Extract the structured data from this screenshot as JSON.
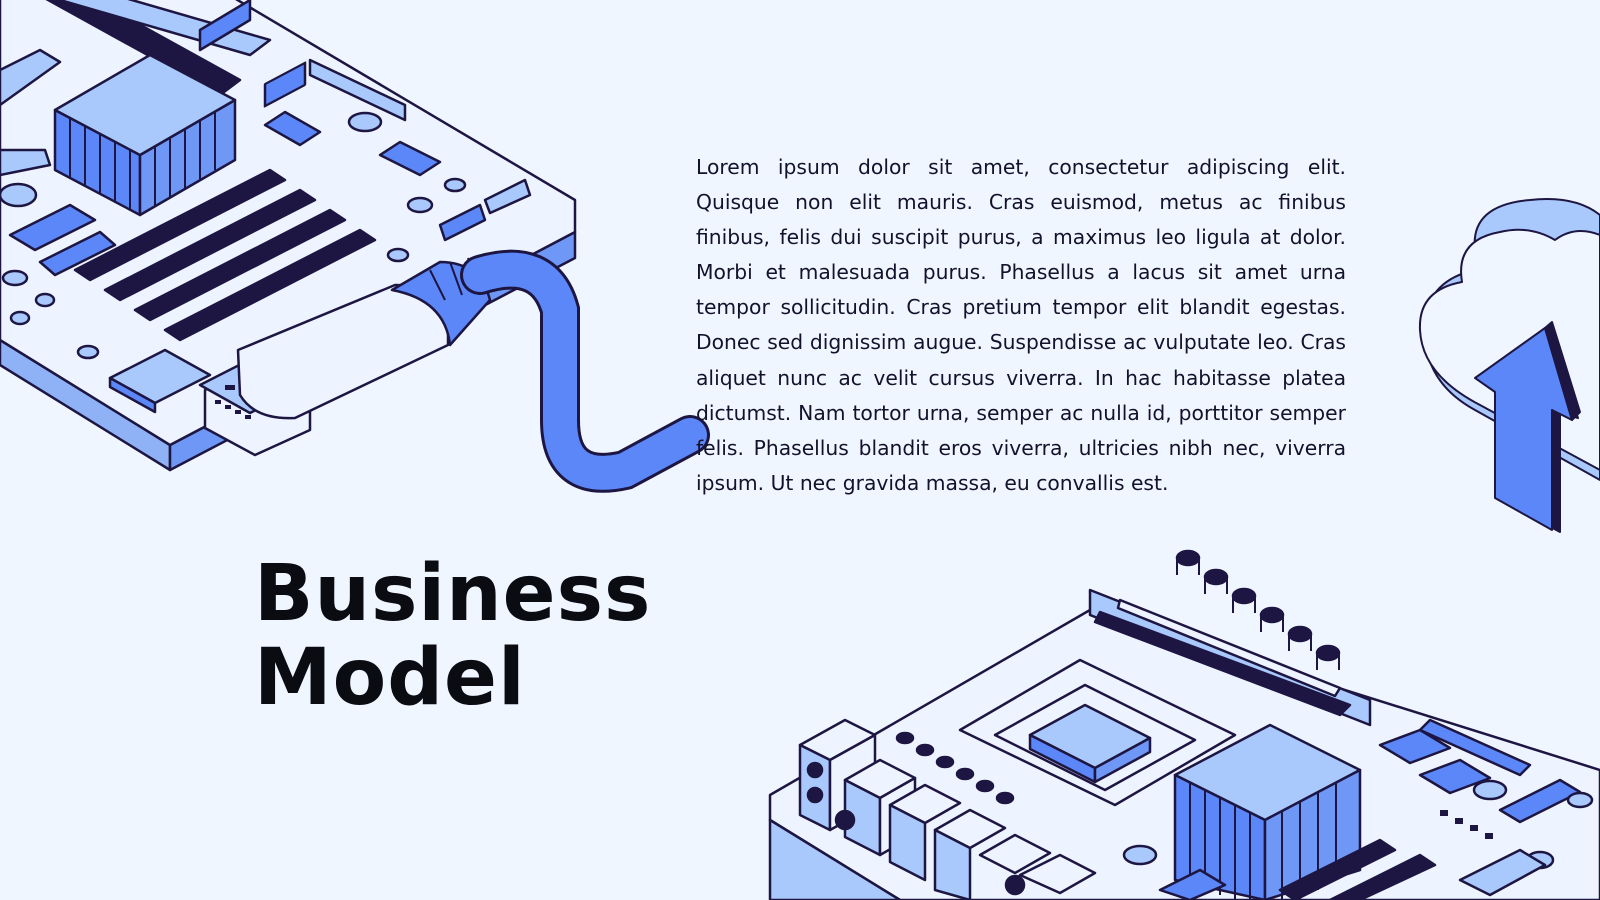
{
  "slide": {
    "title_line1": "Business",
    "title_line2": "Model",
    "body": "Lorem ipsum dolor sit amet, consectetur adipiscing elit. Quisque non elit mauris. Cras euismod, metus ac finibus finibus, felis dui suscipit purus, a maximus leo ligula at dolor. Morbi et malesuada purus. Phasellus a lacus sit amet urna tempor sollicitudin. Cras pretium tempor elit blandit egestas. Donec sed dignissim augue. Suspendisse ac vulputate leo. Cras aliquet nunc ac velit cursus viverra. In hac habitasse platea dictumst. Nam tortor urna, semper ac nulla id, porttitor semper felis. Phasellus blandit eros viverra, ultricies nibh nec, viverra ipsum. Ut nec gravida massa, eu convallis est."
  },
  "colors": {
    "background": "#eff6ff",
    "accent": "#5b87f8",
    "light_blue": "#a9c8fb",
    "dark_navy": "#1e1642",
    "text": "#14122b"
  },
  "icons": [
    "motherboard-illustration",
    "usb-cable-illustration",
    "cloud-upload-icon"
  ]
}
